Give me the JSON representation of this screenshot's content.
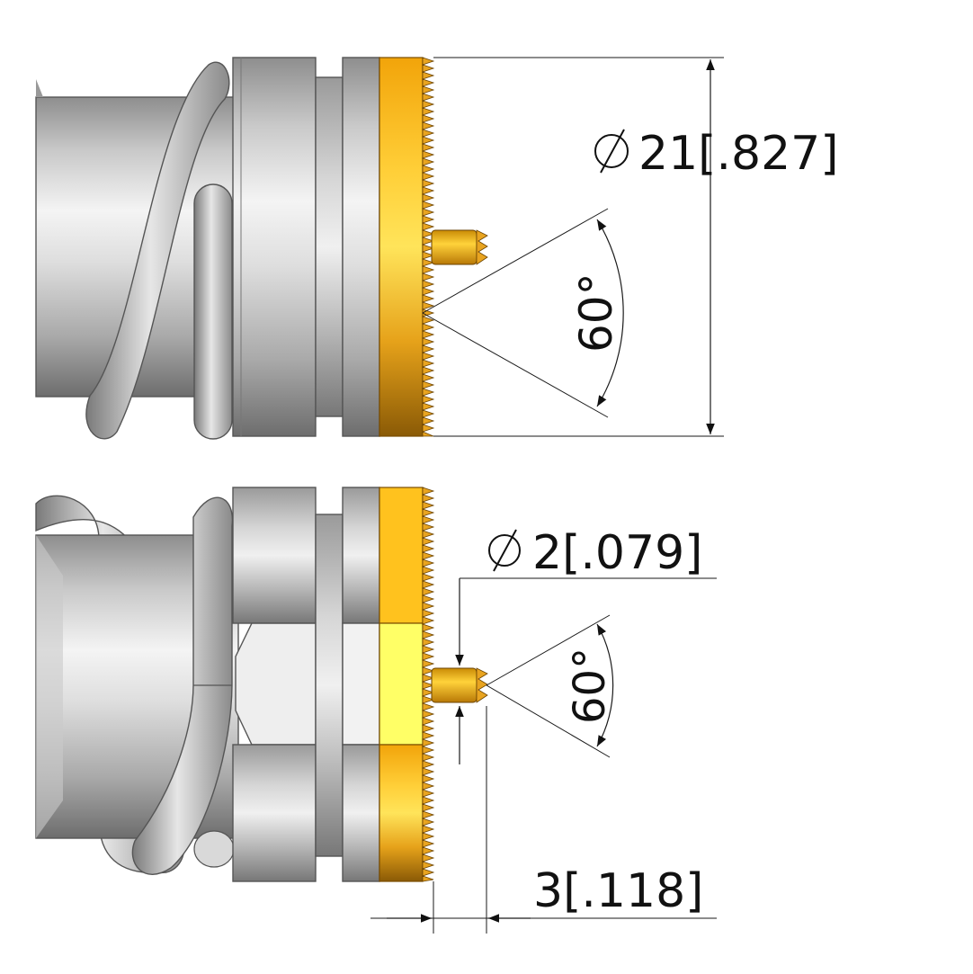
{
  "top_view": {
    "diameter_symbol": "⌀",
    "diameter_value": "21[.827]",
    "angle_label": "60°"
  },
  "bottom_view": {
    "diameter_symbol": "⌀",
    "diameter_value": "2[.079]",
    "angle_label": "60°",
    "length_value": "3[.118]"
  },
  "colors": {
    "metal": "#c8c8c8",
    "gold": "#f2b21c",
    "gold_highlight": "#fff36a",
    "line": "#1a1a1a"
  }
}
